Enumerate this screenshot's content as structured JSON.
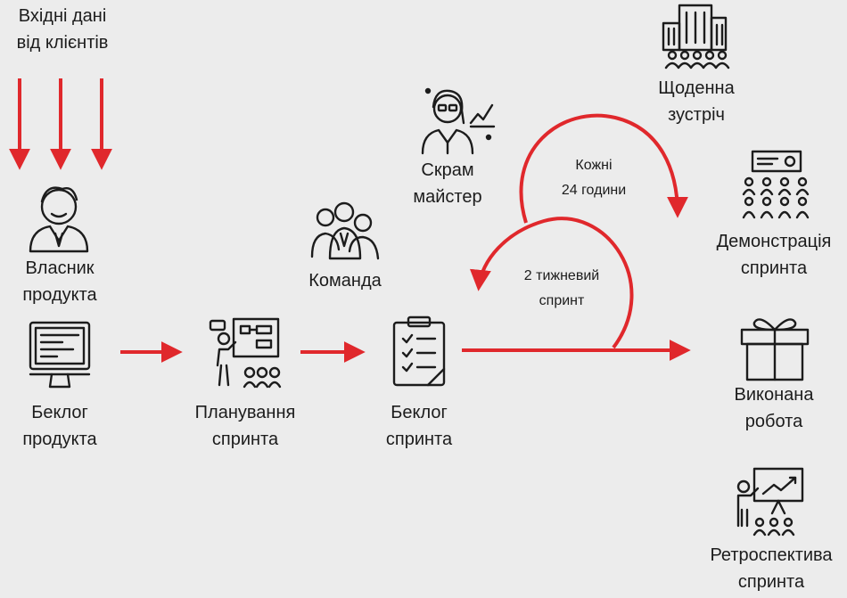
{
  "diagram": {
    "client_input": {
      "line1": "Вхідні дані",
      "line2": "від клієнтів",
      "icon": "arrows-down-icon"
    },
    "product_owner": {
      "line1": "Власник",
      "line2": "продукта",
      "icon": "person-icon"
    },
    "product_backlog": {
      "line1": "Беклог",
      "line2": "продукта",
      "icon": "monitor-icon"
    },
    "sprint_planning": {
      "line1": "Планування",
      "line2": "спринта",
      "icon": "presentation-icon"
    },
    "sprint_backlog": {
      "line1": "Беклог",
      "line2": "спринта",
      "icon": "clipboard-icon"
    },
    "scrum_master": {
      "line1": "Скрам",
      "line2": "майстер",
      "icon": "manager-icon"
    },
    "team": {
      "label": "Команда",
      "icon": "team-icon"
    },
    "daily_cycle": {
      "line1": "Кожні",
      "line2": "24 години"
    },
    "sprint_cycle": {
      "line1": "2 тижневий",
      "line2": "спринт"
    },
    "daily_meeting": {
      "line1": "Щоденна",
      "line2": "зустріч",
      "icon": "building-icon"
    },
    "sprint_demo": {
      "line1": "Демонстрація",
      "line2": "спринта",
      "icon": "audience-icon"
    },
    "done_work": {
      "line1": "Виконана",
      "line2": "робота",
      "icon": "gift-icon"
    },
    "retrospective": {
      "line1": "Ретроспектива",
      "line2": "спринта",
      "icon": "chart-board-icon"
    }
  },
  "colors": {
    "arrow": "#e0282c",
    "text": "#1c1c1c",
    "background": "#ececec"
  }
}
